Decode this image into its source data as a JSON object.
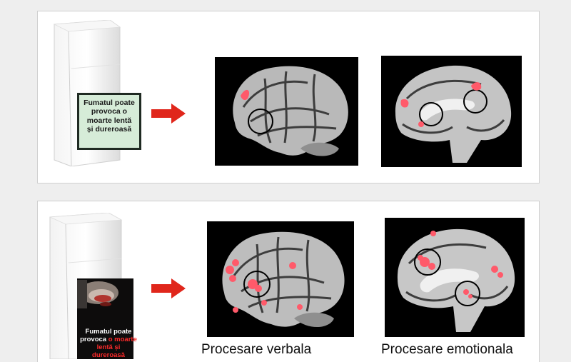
{
  "top_row": {
    "pack_warning_lines": [
      "Fumatul poate",
      "provoca o",
      "moarte lentă",
      "și dureroasă"
    ]
  },
  "bottom_row": {
    "pack_warning": {
      "line1": "Fumatul poate",
      "line2_white": "provoca",
      "line2_red": "o moarte",
      "line3_red": "lentă și dureroasă"
    }
  },
  "captions": {
    "verbal": "Procesare verbala",
    "emotional": "Procesare emotionala"
  },
  "colors": {
    "arrow": "#e0261b",
    "activation": "#ff5a6a",
    "warning_box": "#d6ecd8",
    "warning_red": "#ff2a2a"
  }
}
